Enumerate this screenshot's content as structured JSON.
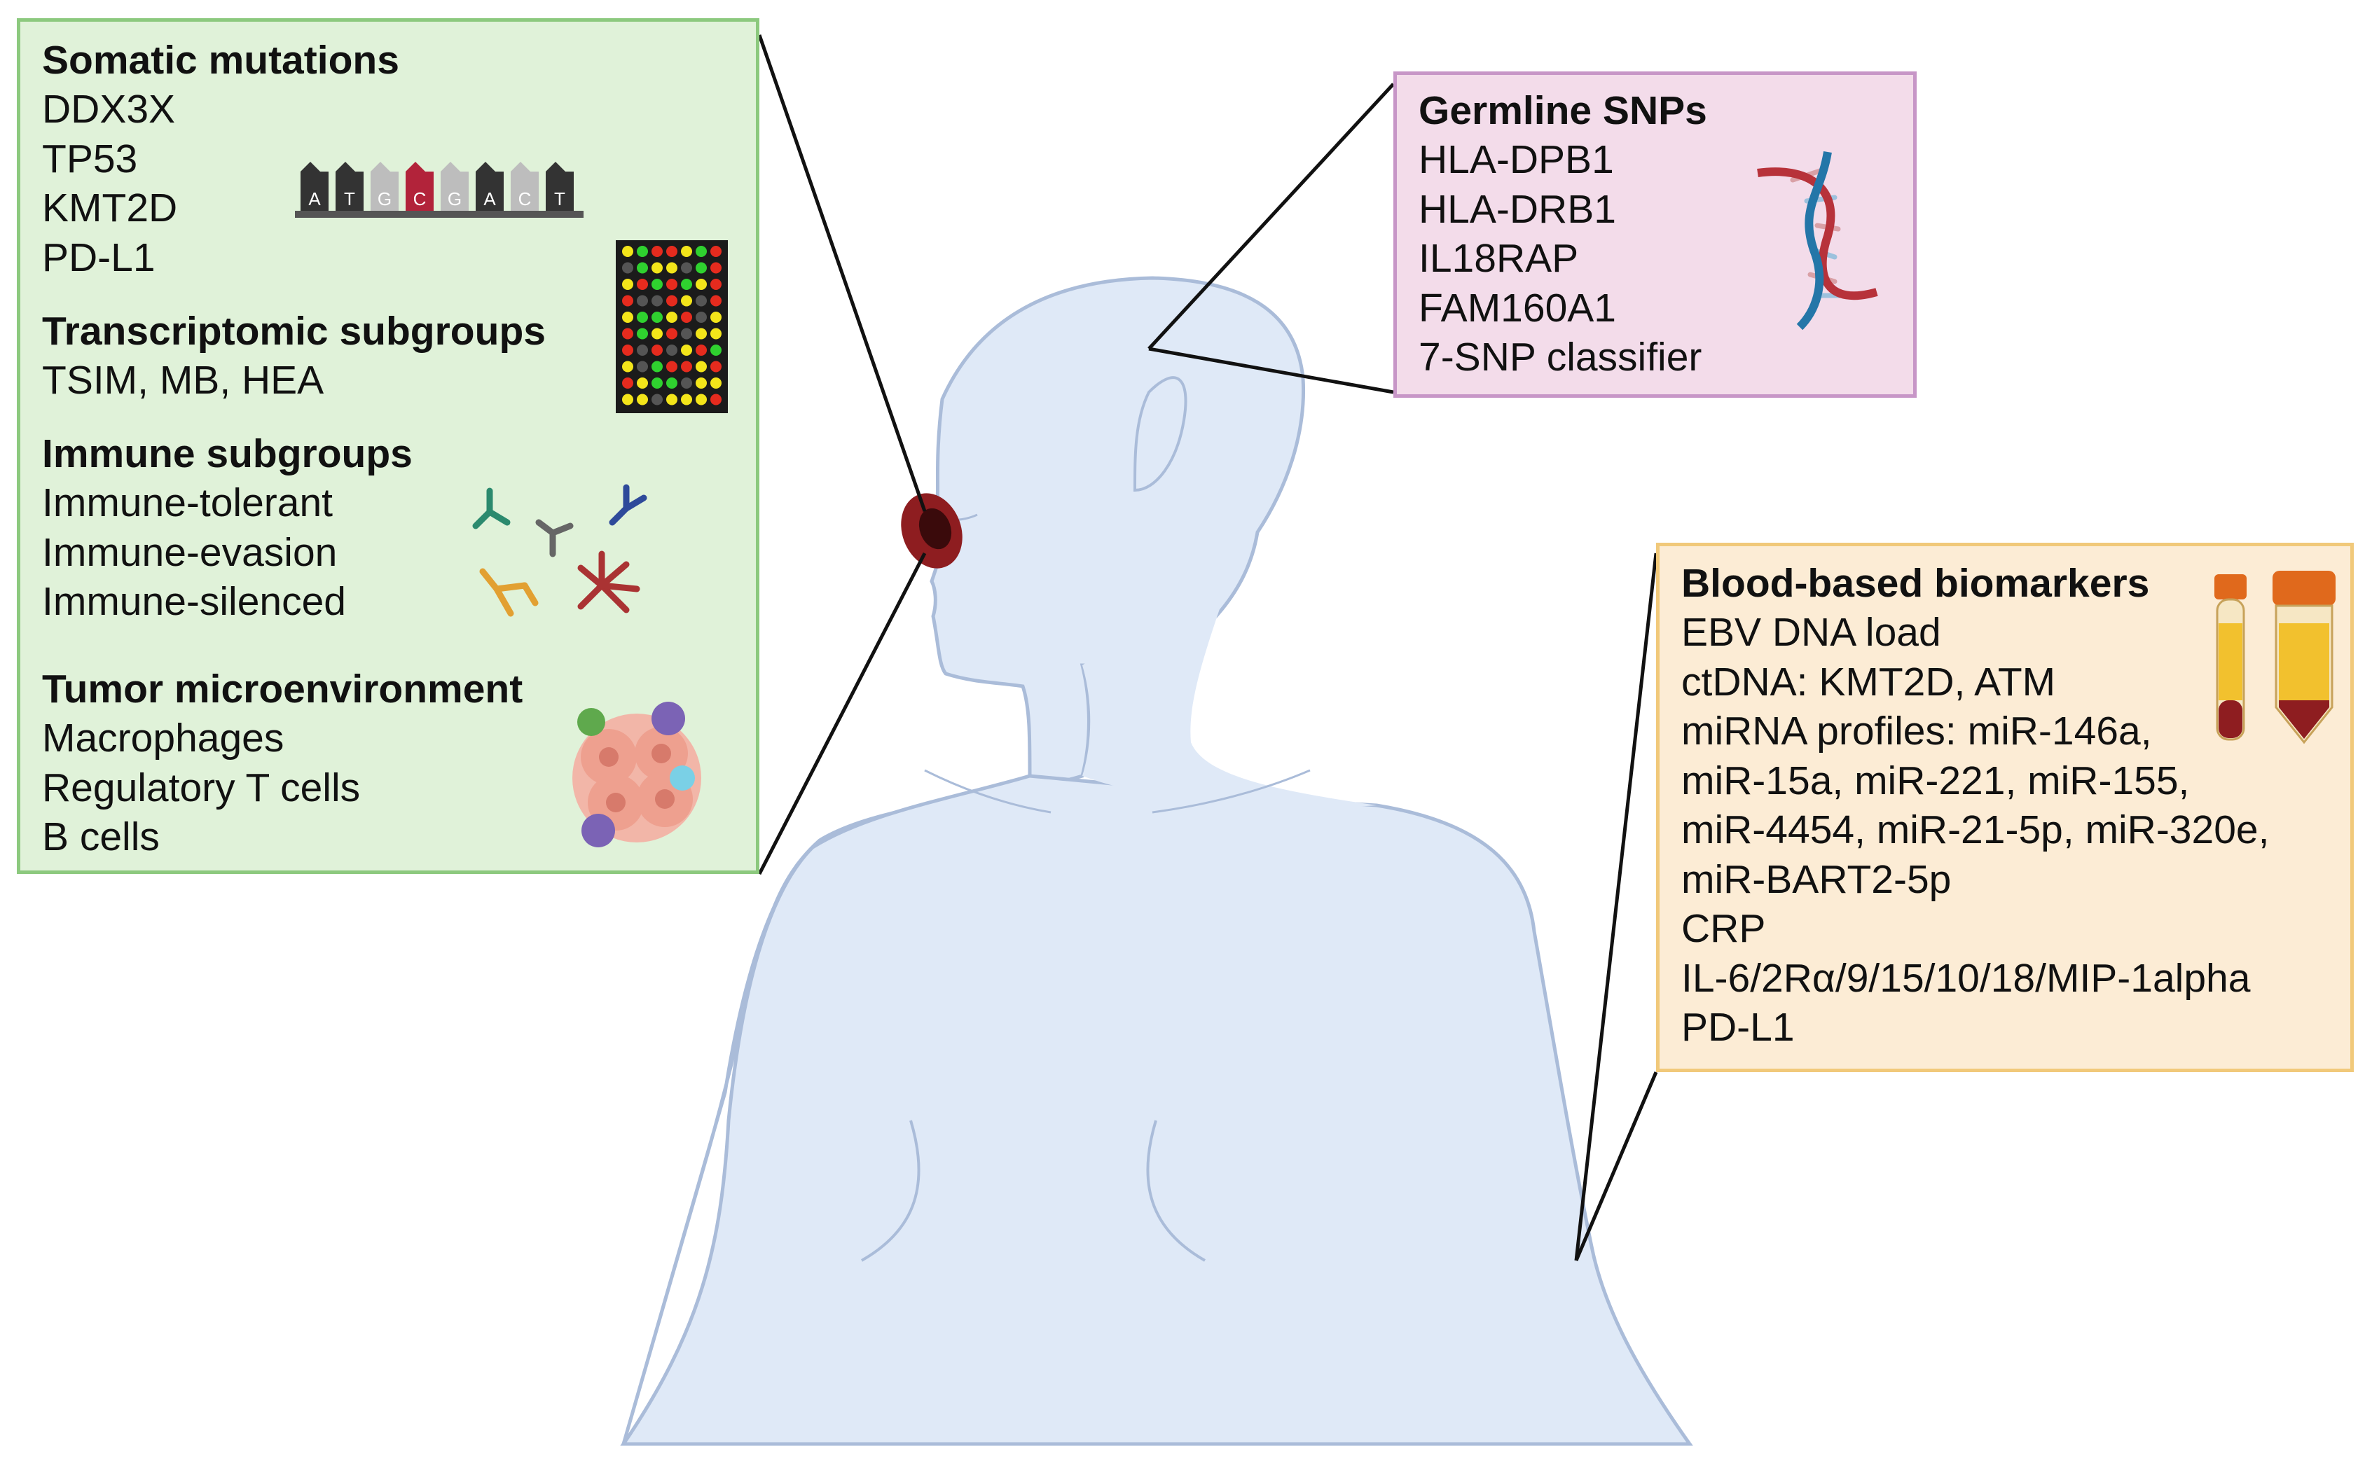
{
  "colors": {
    "somatic_bg": "#e0f2d9",
    "somatic_border": "#8cc97e",
    "germline_bg": "#f3dcea",
    "germline_border": "#c796c7",
    "blood_bg": "#fcecd5",
    "blood_border": "#f1c97a",
    "body_fill": "#dfe9f7",
    "body_stroke": "#aabcd9",
    "tumor": "#8e1d20"
  },
  "somatic_box": {
    "sections": [
      {
        "title": "Somatic mutations",
        "items": [
          "DDX3X",
          "TP53",
          "KMT2D",
          "PD-L1"
        ]
      },
      {
        "title": "Transcriptomic subgroups",
        "items": [
          "TSIM, MB, HEA"
        ]
      },
      {
        "title": "Immune subgroups",
        "items": [
          "Immune-tolerant",
          "Immune-evasion",
          "Immune-silenced"
        ]
      },
      {
        "title": "Tumor microenvironment",
        "items": [
          "Macrophages",
          "Regulatory T cells",
          "B cells"
        ]
      }
    ],
    "sequence_letters": [
      "A",
      "T",
      "G",
      "C",
      "G",
      "A",
      "C",
      "T"
    ],
    "icons": [
      "dna-sequence-icon",
      "microarray-heatmap-icon",
      "antibodies-icon",
      "tumor-cells-icon"
    ]
  },
  "germline_box": {
    "title": "Germline SNPs",
    "items": [
      "HLA-DPB1",
      "HLA-DRB1",
      "IL18RAP",
      "FAM160A1",
      "7-SNP classifier"
    ],
    "icons": [
      "dna-helix-icon"
    ]
  },
  "blood_box": {
    "title": "Blood-based biomarkers",
    "items": [
      "EBV DNA load",
      "ctDNA: KMT2D, ATM",
      "miRNA profiles: miR-146a,",
      "miR-15a, miR-221, miR-155,",
      "miR-4454, miR-21-5p, miR-320e,",
      "miR-BART2-5p",
      "CRP",
      "IL-6/2Rα/9/15/10/18/MIP-1alpha",
      "PD-L1"
    ],
    "icons": [
      "blood-tubes-icon"
    ]
  }
}
